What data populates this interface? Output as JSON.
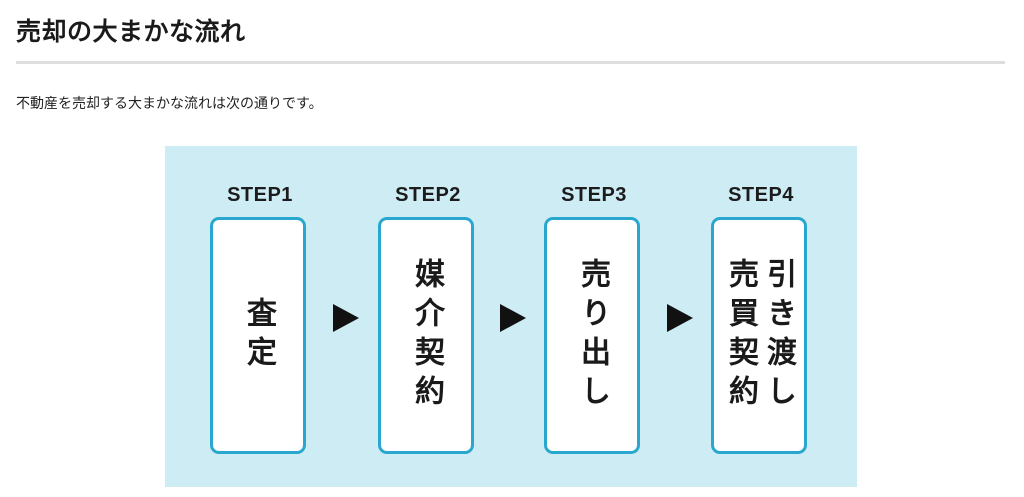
{
  "heading": "売却の大まかな流れ",
  "intro": "不動産を売却する大まかな流れは次の通りです。",
  "diagram": {
    "steps": [
      {
        "label": "STEP1",
        "lines": [
          "査定"
        ]
      },
      {
        "label": "STEP2",
        "lines": [
          "媒介契約"
        ]
      },
      {
        "label": "STEP3",
        "lines": [
          "売り出し"
        ]
      },
      {
        "label": "STEP4",
        "lines": [
          "引き渡し",
          "売買契約"
        ]
      }
    ],
    "colors": {
      "background": "#cdecf3",
      "card_border": "#29a7cf",
      "arrow": "#111111"
    },
    "arrow_icon": "triangle-right-icon"
  }
}
